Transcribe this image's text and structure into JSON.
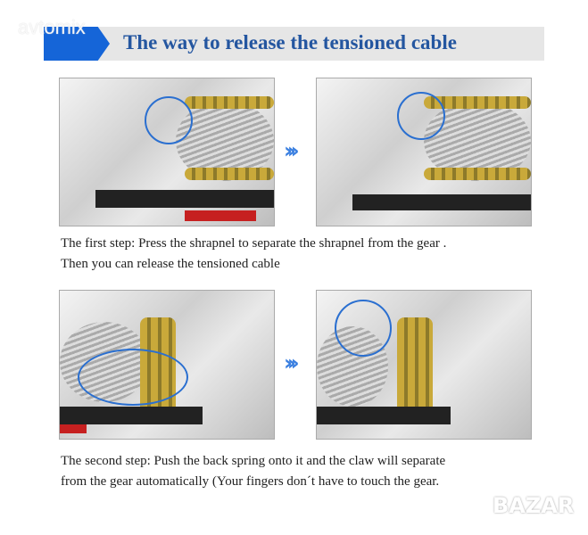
{
  "watermark_top": "avtomix",
  "title": "The way to release the tensioned cable",
  "step1": {
    "line1": "The first step: Press the shrapnel to separate the shrapnel from the gear .",
    "line2": "Then you can release the tensioned cable"
  },
  "step2": {
    "line1": "The second step: Push the back spring onto it and the claw will separate",
    "line2": "from the gear automatically (Your fingers don´t have to touch the gear."
  },
  "arrow_glyph": "›››",
  "watermark_bottom": "BAZAR",
  "colors": {
    "accent": "#1565d8",
    "title": "#2456a0",
    "banner_bg": "#e6e6e6"
  }
}
